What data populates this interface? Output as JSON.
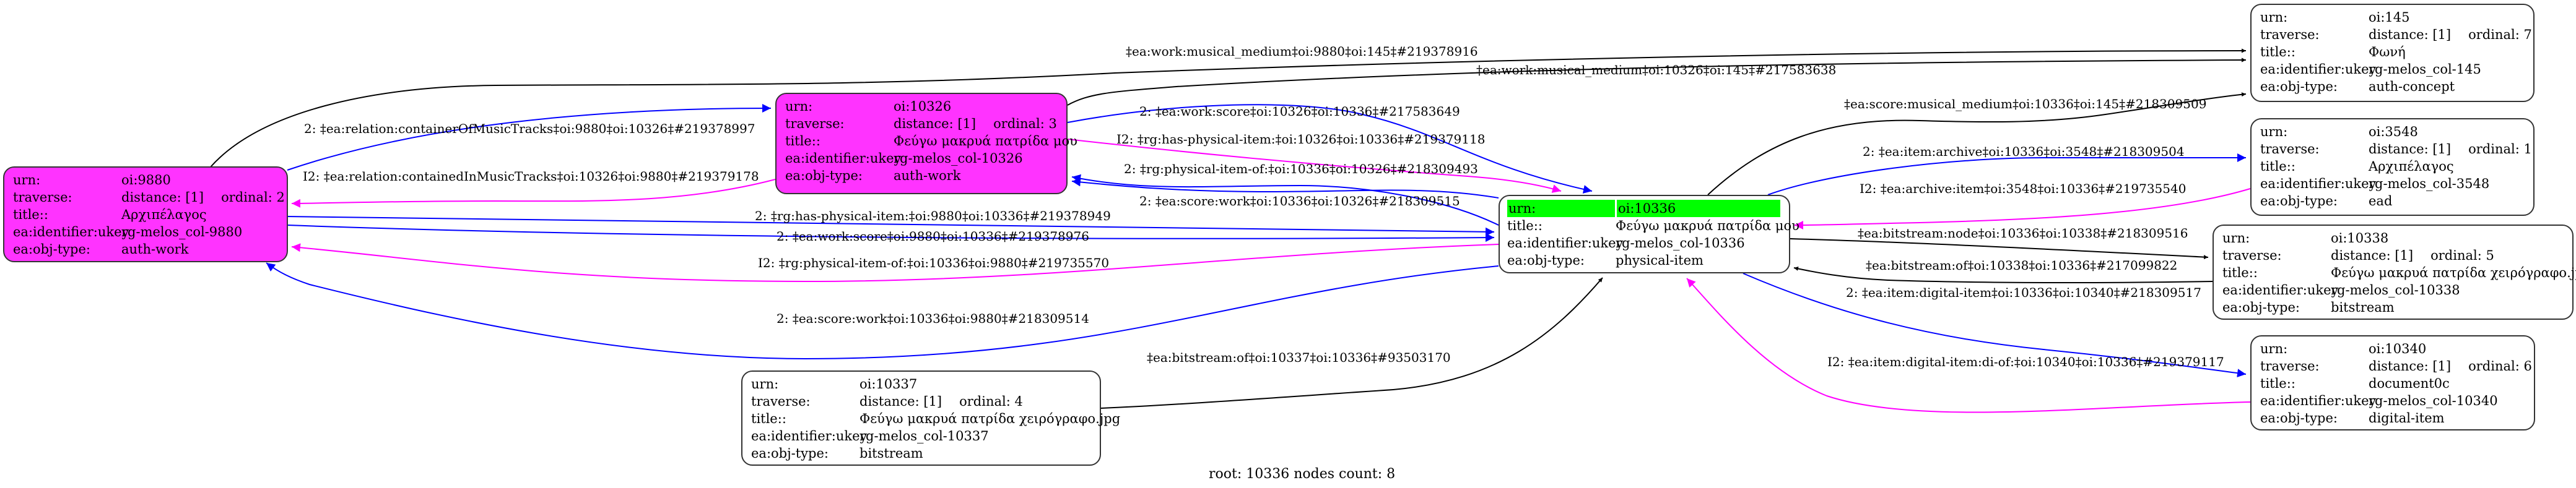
{
  "graph": {
    "caption": "root: 10336 nodes count: 8",
    "colors": {
      "work_fill": "#ff33ff",
      "root_highlight": "#00ff00",
      "edge_blue": "#0000ff",
      "edge_magenta": "#ff00ff",
      "edge_black": "#000000"
    },
    "field_labels": {
      "urn": "urn:",
      "traverse": "traverse:",
      "title": "title::",
      "ukey": "ea:identifier:ukey",
      "type": "ea:obj-type:"
    },
    "nodes": {
      "n9880": {
        "urn": "oi:9880",
        "distance": "distance: [1]",
        "ordinal": "ordinal: 2",
        "title": "Αρχιπέλαγος",
        "ukey": "rg-melos_col-9880",
        "type": "auth-work"
      },
      "n10326": {
        "urn": "oi:10326",
        "distance": "distance: [1]",
        "ordinal": "ordinal: 3",
        "title": "Φεύγω μακρυά πατρίδα μου",
        "ukey": "rg-melos_col-10326",
        "type": "auth-work"
      },
      "n10336": {
        "urn": "oi:10336",
        "title": "Φεύγω μακρυά πατρίδα μου",
        "ukey": "rg-melos_col-10336",
        "type": "physical-item",
        "is_root": true
      },
      "n10337": {
        "urn": "oi:10337",
        "distance": "distance: [1]",
        "ordinal": "ordinal: 4",
        "title": "Φεύγω μακρυά πατρίδα χειρόγραφο.jpg",
        "ukey": "rg-melos_col-10337",
        "type": "bitstream"
      },
      "n145": {
        "urn": "oi:145",
        "distance": "distance: [1]",
        "ordinal": "ordinal: 7",
        "title": "Φωνή",
        "ukey": "rg-melos_col-145",
        "type": "auth-concept"
      },
      "n3548": {
        "urn": "oi:3548",
        "distance": "distance: [1]",
        "ordinal": "ordinal: 1",
        "title": "Αρχιπέλαγος",
        "ukey": "rg-melos_col-3548",
        "type": "ead"
      },
      "n10338": {
        "urn": "oi:10338",
        "distance": "distance: [1]",
        "ordinal": "ordinal: 5",
        "title": "Φεύγω μακρυά πατρίδα χειρόγραφο.jpg",
        "ukey": "rg-melos_col-10338",
        "type": "bitstream"
      },
      "n10340": {
        "urn": "oi:10340",
        "distance": "distance: [1]",
        "ordinal": "ordinal: 6",
        "title": "document0c",
        "ukey": "rg-melos_col-10340",
        "type": "digital-item"
      }
    },
    "edges": [
      {
        "id": "e1",
        "from": "oi:9880",
        "to": "oi:145",
        "color": "black",
        "label": "‡ea:work:musical_medium‡oi:9880‡oi:145‡#219378916"
      },
      {
        "id": "e2",
        "from": "oi:10326",
        "to": "oi:145",
        "color": "black",
        "label": "‡ea:work:musical_medium‡oi:10326‡oi:145‡#217583638"
      },
      {
        "id": "e3",
        "from": "oi:9880",
        "to": "oi:10326",
        "color": "blue",
        "label": "2: ‡ea:relation:containerOfMusicTracks‡oi:9880‡oi:10326‡#219378997"
      },
      {
        "id": "e4",
        "from": "oi:10326",
        "to": "oi:9880",
        "color": "magenta",
        "label": "I2: ‡ea:relation:containedInMusicTracks‡oi:10326‡oi:9880‡#219379178"
      },
      {
        "id": "e5",
        "from": "oi:10326",
        "to": "oi:10336",
        "color": "blue",
        "label": "2: ‡ea:work:score‡oi:10326‡oi:10336‡#217583649"
      },
      {
        "id": "e6",
        "from": "oi:10326",
        "to": "oi:10336",
        "color": "magenta",
        "label": "I2: ‡rg:has-physical-item:‡oi:10326‡oi:10336‡#219379118"
      },
      {
        "id": "e7",
        "from": "oi:10336",
        "to": "oi:10326",
        "color": "blue",
        "label": "2: ‡rg:physical-item-of:‡oi:10336‡oi:10326‡#218309493"
      },
      {
        "id": "e8",
        "from": "oi:10336",
        "to": "oi:10326",
        "color": "blue",
        "label": "2: ‡ea:score:work‡oi:10336‡oi:10326‡#218309515"
      },
      {
        "id": "e9",
        "from": "oi:9880",
        "to": "oi:10336",
        "color": "blue",
        "label": "2: ‡rg:has-physical-item:‡oi:9880‡oi:10336‡#219378949"
      },
      {
        "id": "e10",
        "from": "oi:9880",
        "to": "oi:10336",
        "color": "blue",
        "label": "2: ‡ea:work:score‡oi:9880‡oi:10336‡#219378976"
      },
      {
        "id": "e11",
        "from": "oi:10336",
        "to": "oi:9880",
        "color": "magenta",
        "label": "I2: ‡rg:physical-item-of:‡oi:10336‡oi:9880‡#219735570"
      },
      {
        "id": "e12",
        "from": "oi:10336",
        "to": "oi:9880",
        "color": "blue",
        "label": "2: ‡ea:score:work‡oi:10336‡oi:9880‡#218309514"
      },
      {
        "id": "e13",
        "from": "oi:10337",
        "to": "oi:10336",
        "color": "black",
        "label": "‡ea:bitstream:of‡oi:10337‡oi:10336‡#93503170"
      },
      {
        "id": "e14",
        "from": "oi:10336",
        "to": "oi:145",
        "color": "black",
        "label": "‡ea:score:musical_medium‡oi:10336‡oi:145‡#218309509"
      },
      {
        "id": "e15",
        "from": "oi:10336",
        "to": "oi:3548",
        "color": "blue",
        "label": "2: ‡ea:item:archive‡oi:10336‡oi:3548‡#218309504"
      },
      {
        "id": "e16",
        "from": "oi:3548",
        "to": "oi:10336",
        "color": "magenta",
        "label": "I2: ‡ea:archive:item‡oi:3548‡oi:10336‡#219735540"
      },
      {
        "id": "e17",
        "from": "oi:10336",
        "to": "oi:10338",
        "color": "black",
        "label": "‡ea:bitstream:node‡oi:10336‡oi:10338‡#218309516"
      },
      {
        "id": "e18",
        "from": "oi:10338",
        "to": "oi:10336",
        "color": "black",
        "label": "‡ea:bitstream:of‡oi:10338‡oi:10336‡#217099822"
      },
      {
        "id": "e19",
        "from": "oi:10336",
        "to": "oi:10340",
        "color": "blue",
        "label": "2: ‡ea:item:digital-item‡oi:10336‡oi:10340‡#218309517"
      },
      {
        "id": "e20",
        "from": "oi:10340",
        "to": "oi:10336",
        "color": "magenta",
        "label": "I2: ‡ea:item:digital-item:di-of:‡oi:10340‡oi:10336‡#219379117"
      }
    ]
  }
}
